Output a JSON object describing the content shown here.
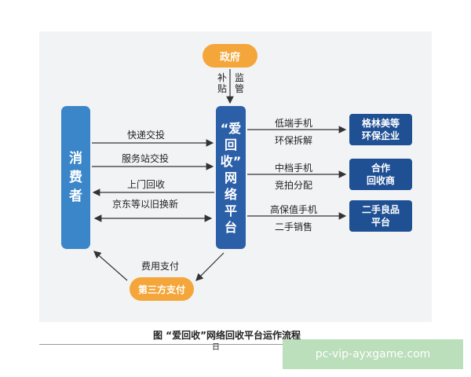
{
  "nodes": {
    "consumer": [
      "消",
      "费",
      "者"
    ],
    "platform": [
      "“爱",
      "回",
      "收”",
      "网",
      "络",
      "平",
      "台"
    ],
    "government": "政府",
    "third_party_payment": "第三方支付",
    "right_boxes": [
      {
        "line1": "格林美等",
        "line2": "环保企业"
      },
      {
        "line1": "合作",
        "line2": "回收商"
      },
      {
        "line1": "二手良品",
        "line2": "平台"
      }
    ]
  },
  "labels": {
    "subsidy": [
      "补",
      "贴"
    ],
    "supervision": [
      "监",
      "管"
    ],
    "express_delivery": "快递交投",
    "service_station": "服务站交投",
    "door_collection": "上门回收",
    "trade_in": "京东等以旧换新",
    "fee_payment": "费用支付",
    "low_end_phone": "低端手机",
    "eco_dismantle": "环保拆解",
    "mid_phone": "中档手机",
    "auction": "竞拍分配",
    "high_value_phone": "高保值手机",
    "second_hand_sale": "二手销售"
  },
  "caption": {
    "title": "图 “爱回收”网络回收平台运作流程",
    "sub": "日"
  },
  "watermark": "pc-vip-ayxgame.com",
  "colors": {
    "consumer": "#3a86c8",
    "platform": "#2b5fa8",
    "orange": "#f4a63a",
    "dark_blue": "#1f5094",
    "panel": "#f2f3f5"
  }
}
